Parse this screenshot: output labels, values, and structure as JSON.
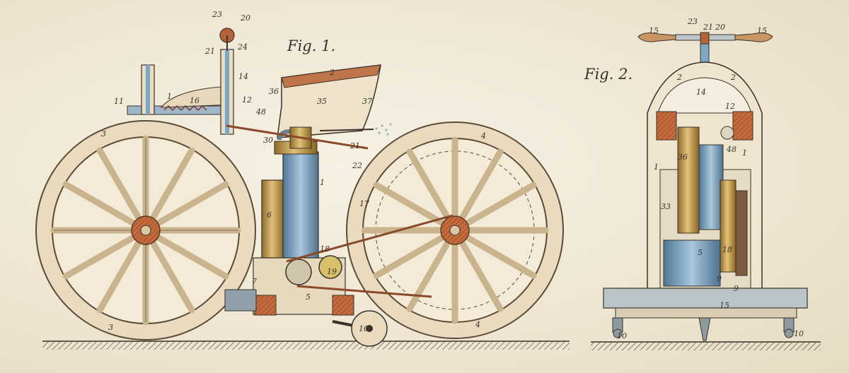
{
  "figures": {
    "fig1": {
      "title": "Fig. 1."
    },
    "fig2": {
      "title": "Fig. 2."
    }
  },
  "fig1_labels": [
    "23",
    "20",
    "21",
    "24",
    "14",
    "12",
    "11",
    "1",
    "16",
    "2",
    "36",
    "35",
    "37",
    "48",
    "3",
    "30",
    "21",
    "22",
    "4",
    "1",
    "17",
    "6",
    "18",
    "19",
    "7",
    "5",
    "10",
    "3",
    "4"
  ],
  "fig2_labels": [
    "15",
    "23",
    "21",
    "20",
    "15",
    "2",
    "2",
    "14",
    "12",
    "1",
    "36",
    "48",
    "1",
    "33",
    "5",
    "18",
    "9",
    "9",
    "15",
    "10",
    "10"
  ],
  "colors": {
    "paper": "#f2ecdd",
    "wheel_wood": "#eadbbf",
    "wheel_edge": "#5a4a36",
    "brass": "#c8a24a",
    "steel_blue": "#7fa6c4",
    "copper": "#b5643a",
    "ink": "#3a3227",
    "ground_hatch": "#4a4035"
  }
}
